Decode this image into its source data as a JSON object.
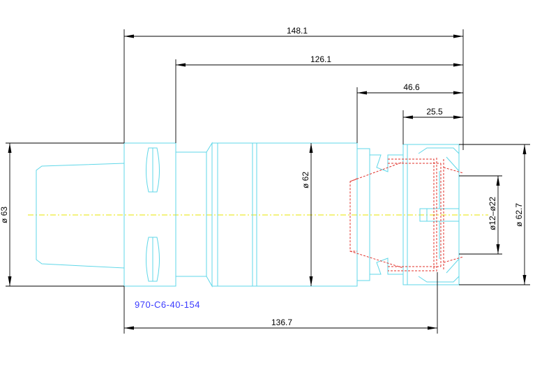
{
  "drawing": {
    "part_number": "970-C6-40-154",
    "dimensions": {
      "overall_length": "148.1",
      "length_2": "126.1",
      "length_3": "46.6",
      "length_4": "25.5",
      "gauge_length": "136.7",
      "flange_diameter": "ø 63",
      "body_diameter": "ø 62",
      "nut_diameter": "ø 62.7",
      "collet_range": "ø12–ø22"
    },
    "colors": {
      "outline": "#5fd7e8",
      "dimension": "#000000",
      "hidden": "#e0302a",
      "centerline": "#e8e400",
      "part_label": "#3a3aff"
    }
  }
}
